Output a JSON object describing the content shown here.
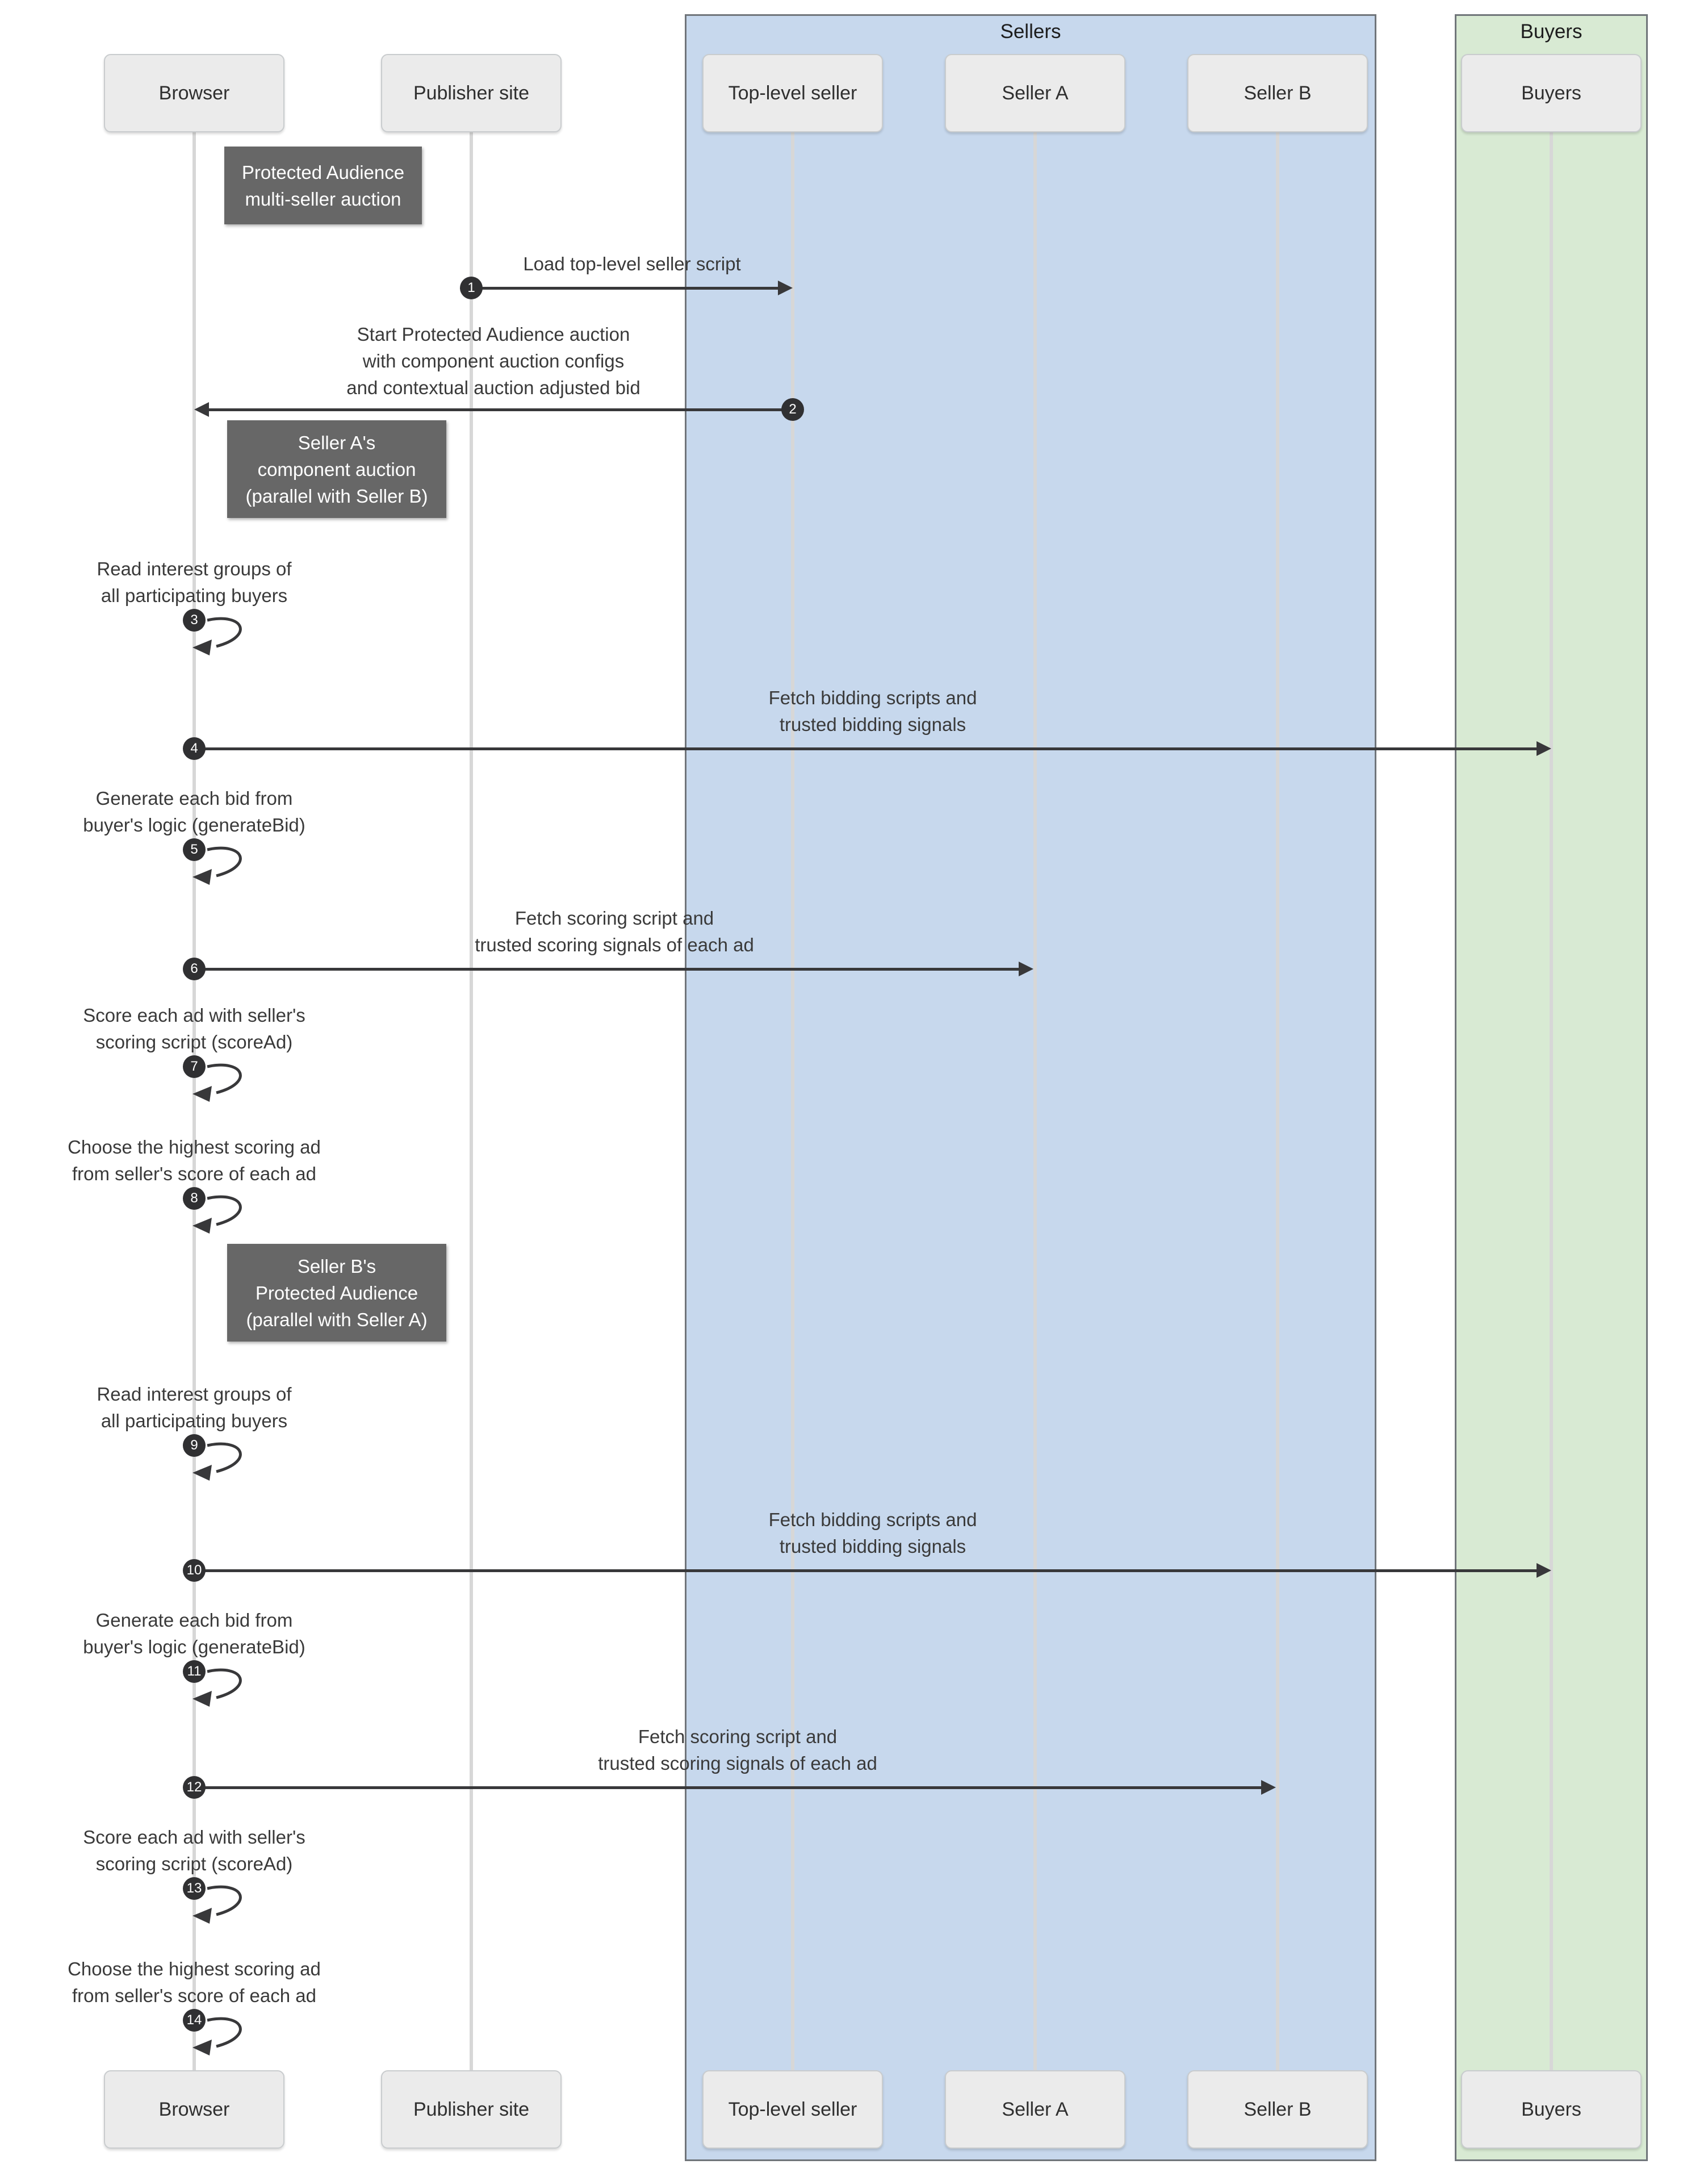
{
  "frames": [
    {
      "label": "Sellers",
      "fill": "#c7d8ed"
    },
    {
      "label": "Buyers",
      "fill": "#d8ead3"
    }
  ],
  "participants": [
    {
      "label": "Browser"
    },
    {
      "label": "Publisher site"
    },
    {
      "label": "Top-level seller"
    },
    {
      "label": "Seller A"
    },
    {
      "label": "Seller B"
    },
    {
      "label": "Buyers"
    }
  ],
  "notes": [
    {
      "lines": [
        "Protected Audience",
        "multi-seller auction"
      ]
    },
    {
      "lines": [
        "Seller A's",
        "component auction",
        "(parallel with Seller B)"
      ]
    },
    {
      "lines": [
        "Seller B's",
        "Protected Audience",
        "(parallel with Seller A)"
      ]
    }
  ],
  "messages": [
    {
      "num": "1",
      "from": "Publisher site",
      "to": "Top-level seller",
      "lines": [
        "Load top-level seller script"
      ]
    },
    {
      "num": "2",
      "from": "Top-level seller",
      "to": "Browser",
      "lines": [
        "Start Protected Audience auction",
        "with component auction configs",
        "and contextual auction adjusted bid"
      ]
    },
    {
      "num": "4",
      "from": "Browser",
      "to": "Buyers",
      "lines": [
        "Fetch bidding scripts and",
        "trusted bidding signals"
      ]
    },
    {
      "num": "6",
      "from": "Browser",
      "to": "Seller A",
      "lines": [
        "Fetch scoring script and",
        "trusted scoring signals of each ad"
      ]
    },
    {
      "num": "10",
      "from": "Browser",
      "to": "Buyers",
      "lines": [
        "Fetch bidding scripts and",
        "trusted bidding signals"
      ]
    },
    {
      "num": "12",
      "from": "Browser",
      "to": "Seller B",
      "lines": [
        "Fetch scoring script and",
        "trusted scoring signals of each ad"
      ]
    }
  ],
  "self_messages": [
    {
      "num": "3",
      "lines": [
        "Read interest groups of",
        "all participating buyers"
      ]
    },
    {
      "num": "5",
      "lines": [
        "Generate each bid from",
        "buyer's logic (generateBid)"
      ]
    },
    {
      "num": "7",
      "lines": [
        "Score each ad with seller's",
        "scoring script (scoreAd)"
      ]
    },
    {
      "num": "8",
      "lines": [
        "Choose the highest scoring ad",
        "from seller's score of each ad"
      ]
    },
    {
      "num": "9",
      "lines": [
        "Read interest groups of",
        "all participating buyers"
      ]
    },
    {
      "num": "11",
      "lines": [
        "Generate each bid from",
        "buyer's logic (generateBid)"
      ]
    },
    {
      "num": "13",
      "lines": [
        "Score each ad with seller's",
        "scoring script (scoreAd)"
      ]
    },
    {
      "num": "14",
      "lines": [
        "Choose the highest scoring ad",
        "from seller's score of each ad"
      ]
    }
  ],
  "colors": {
    "sellers_fill": "#c7d8ed",
    "buyers_fill": "#d8ead3",
    "frame_border": "#70757a",
    "participant_fill": "#ebebeb",
    "note_fill": "#676767",
    "lifeline": "#d7d7d7",
    "arrow": "#38383a"
  }
}
